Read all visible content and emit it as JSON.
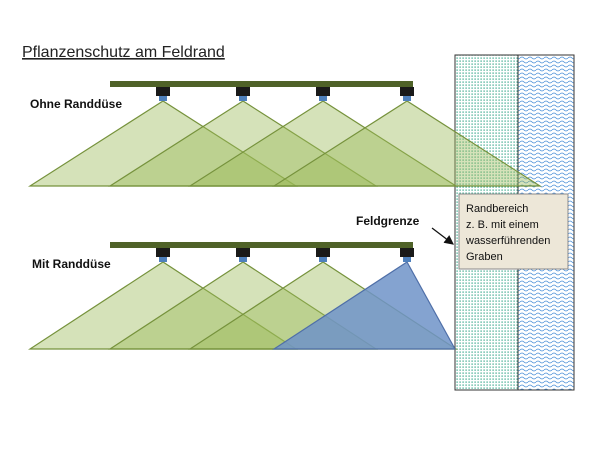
{
  "title": "Pflanzenschutz am Feldrand",
  "rows": [
    {
      "label": "Ohne Randdüse",
      "edge_nozzle": false
    },
    {
      "label": "Mit Randdüse",
      "edge_nozzle": true
    }
  ],
  "border_label": "Feldgrenze",
  "margin_note": [
    "Randbereich",
    "z. B. mit einem",
    "wasserführenden",
    "Graben"
  ],
  "colors": {
    "boom": "#4f6228",
    "nozzle_body": "#1a1a1a",
    "nozzle_tip": "#4f81bd",
    "spray_fill": "#9bbb59",
    "spray_stroke": "#76923c",
    "edge_spray_fill": "#6f93c8",
    "edge_spray_stroke": "#4f6fa8",
    "margin_strip": "#1a9a7a",
    "water": "#4a8fd8",
    "note_bg": "#ede7d8"
  }
}
